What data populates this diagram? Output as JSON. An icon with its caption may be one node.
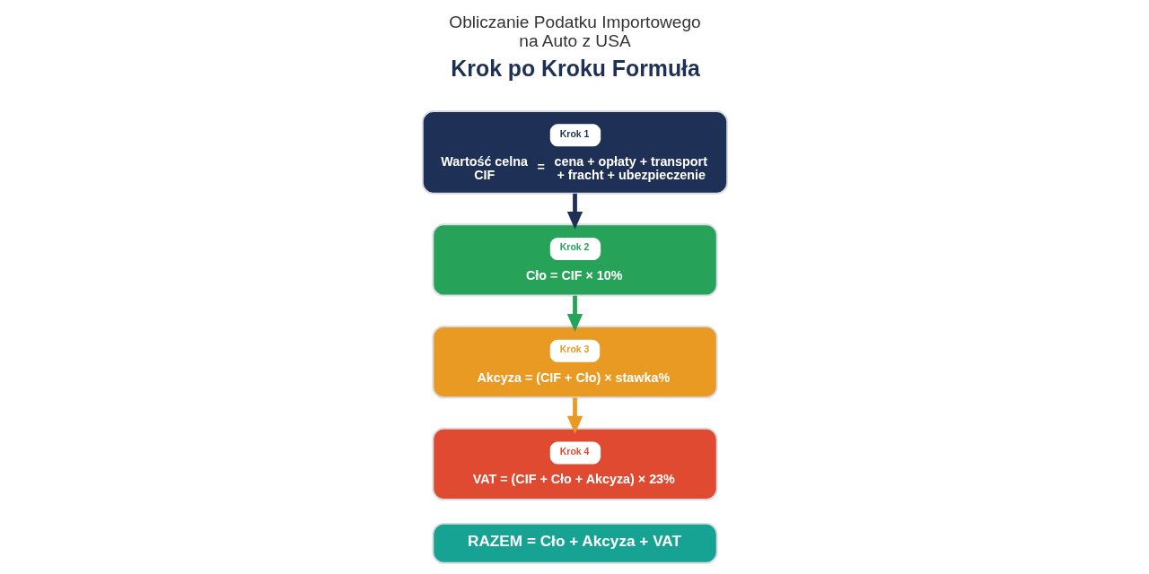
{
  "diagram": {
    "title": "Obliczanie Podatku Importowego na Auto z USA",
    "nodes": [
      {
        "text": [
          "Krok 1",
          "Wartość celna CIF",
          "=",
          "cena + opłaty + transport + fracht + ubezpieczenie"
        ]
      },
      {
        "text": [
          "Krok 2",
          "Cło = CIF × 10%"
        ]
      },
      {
        "text": [
          "Krok 3",
          "Akcyza = (CIF + Cło) × stawka%"
        ]
      },
      {
        "text": [
          "Krok 4",
          "VAT = (CIF + Cło + Akcyza) × 23%"
        ]
      },
      {
        "text": [
          "RAZEM = Cło + Akcyza + VAT"
        ]
      }
    ],
    "edges": [
      {
        "from": 0,
        "to": 1,
        "arrow": "to",
        "color": "#1e3056"
      },
      {
        "from": 1,
        "to": 2,
        "arrow": "to",
        "color": "#26a259"
      },
      {
        "from": 2,
        "to": 3,
        "arrow": "to",
        "color": "#e99a23"
      }
    ],
    "labels": [
      "Krok po Kroku Formuła"
    ]
  }
}
